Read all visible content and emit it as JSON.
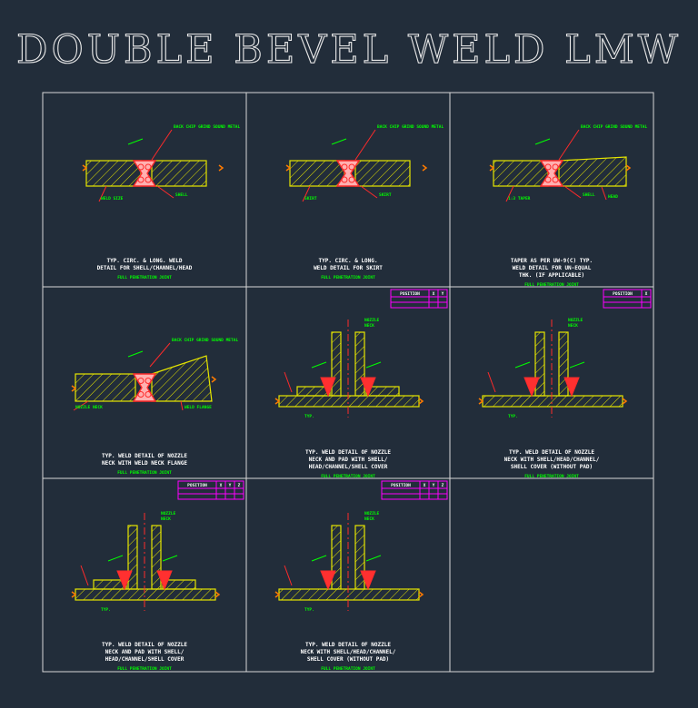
{
  "title": "DOUBLE BEVEL WELD LMW",
  "colors": {
    "background": "#222d3a",
    "frame": "#d8d8d8",
    "callout": "#00ff00",
    "caption": "#ffffff",
    "hatch": "#e6e600",
    "weld": "#ff2a2a",
    "table": "#ff00ff"
  },
  "cells": [
    {
      "caption": [
        "TYP. CIRC. & LONG. WELD",
        "DETAIL FOR SHELL/CHANNEL/HEAD"
      ],
      "note": "FULL PENETRATION JOINT",
      "callouts": [
        "BACK CHIP GRIND SOUND METAL",
        "WELD SIZE",
        "SHELL"
      ]
    },
    {
      "caption": [
        "TYP. CIRC. & LONG.",
        "WELD DETAIL FOR SKIRT"
      ],
      "note": "FULL PENETRATION JOINT",
      "callouts": [
        "BACK CHIP GRIND SOUND METAL",
        "SKIRT",
        "SKIRT"
      ]
    },
    {
      "caption": [
        "TAPER AS PER UW-9(C) TYP.",
        "WELD DETAIL FOR UN-EQUAL",
        "THK. (IF APPLICABLE)"
      ],
      "note": "FULL PENETRATION JOINT",
      "callouts": [
        "BACK CHIP GRIND SOUND METAL",
        "1:3 TAPER",
        "SHELL",
        "HEAD"
      ]
    },
    {
      "caption": [
        "TYP. WELD DETAIL OF NOZZLE",
        "NECK WITH WELD NECK FLANGE"
      ],
      "note": "FULL PENETRATION JOINT",
      "callouts": [
        "BACK CHIP GRIND SOUND METAL",
        "NOZZLE NECK",
        "WELD FLANGE"
      ]
    },
    {
      "caption": [
        "TYP. WELD DETAIL OF NOZZLE",
        "NECK AND PAD WITH SHELL/",
        "HEAD/CHANNEL/SHELL COVER"
      ],
      "note": "FULL PENETRATION JOINT",
      "callouts": [
        "NOZZLE",
        "NECK",
        "TYP."
      ],
      "table": {
        "header": [
          "POSITION",
          "X",
          "Y"
        ],
        "rows": 2
      }
    },
    {
      "caption": [
        "TYP. WELD DETAIL OF NOZZLE",
        "NECK WITH SHELL/HEAD/CHANNEL/",
        "SHELL COVER (WITHOUT PAD)"
      ],
      "note": "FULL PENETRATION JOINT",
      "callouts": [
        "NOZZLE",
        "NECK",
        "TYP."
      ],
      "table": {
        "header": [
          "POSITION",
          "X"
        ],
        "rows": 2
      }
    },
    {
      "caption": [
        "TYP. WELD DETAIL OF NOZZLE",
        "NECK AND PAD WITH SHELL/",
        "HEAD/CHANNEL/SHELL COVER"
      ],
      "note": "FULL PENETRATION JOINT",
      "callouts": [
        "NOZZLE",
        "NECK",
        "TYP."
      ],
      "table": {
        "header": [
          "POSITION",
          "X",
          "Y",
          "Z"
        ],
        "rows": 2
      }
    },
    {
      "caption": [
        "TYP. WELD DETAIL OF NOZZLE",
        "NECK WITH SHELL/HEAD/CHANNEL/",
        "SHELL COVER (WITHOUT PAD)"
      ],
      "note": "FULL PENETRATION JOINT",
      "callouts": [
        "NOZZLE",
        "NECK",
        "TYP."
      ],
      "table": {
        "header": [
          "POSITION",
          "X",
          "Y",
          "Z"
        ],
        "rows": 2
      }
    }
  ]
}
